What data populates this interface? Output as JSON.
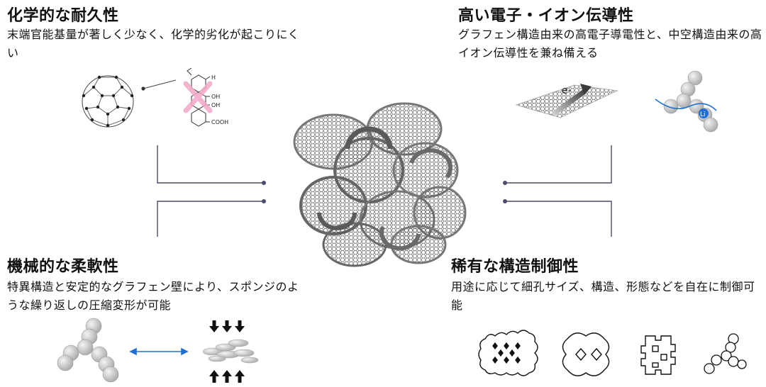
{
  "panels": {
    "chemical": {
      "title": "化学的な耐久性",
      "desc": "末端官能基量が著しく少なく、化学的劣化が起こりにくい",
      "molecule_labels": [
        "H",
        "OH",
        "OH",
        "COOH"
      ]
    },
    "conductivity": {
      "title": "高い電子・イオン伝導性",
      "desc": "グラフェン構造由来の高電子導電性と、中空構造由来の高イオン伝導性を兼ね備える",
      "electron_label": "e-",
      "ion_label": "Li"
    },
    "mechanical": {
      "title": "機械的な柔軟性",
      "desc": "特異構造と安定的なグラフェン壁により、スポンジのような繰り返しの圧縮変形が可能"
    },
    "tunable": {
      "title": "稀有な構造制御性",
      "desc": "用途に応じて細孔サイズ、構造、形態などを自在に制御可能"
    }
  },
  "colors": {
    "connector": "#4a4a6a",
    "accent_blue": "#1f6fd6",
    "cross_pink": "#f3a6c8",
    "graphene_gray": "#6c6c6c",
    "sphere_gray": "#d0d0d0"
  },
  "icons": {
    "center": "graphene-sponge-cluster",
    "chemical_left": "fullerene-cage",
    "chemical_right": "functional-group-molecule",
    "conductivity_left": "graphene-sheet-electron",
    "conductivity_right": "sphere-chain-ion-path",
    "mechanical_left": "sphere-cluster",
    "mechanical_right": "compressed-cluster",
    "tunable_shapes": [
      "multi-pore-sheet",
      "twin-pore-shape",
      "puzzle-shape",
      "sphere-chain-outline"
    ]
  }
}
